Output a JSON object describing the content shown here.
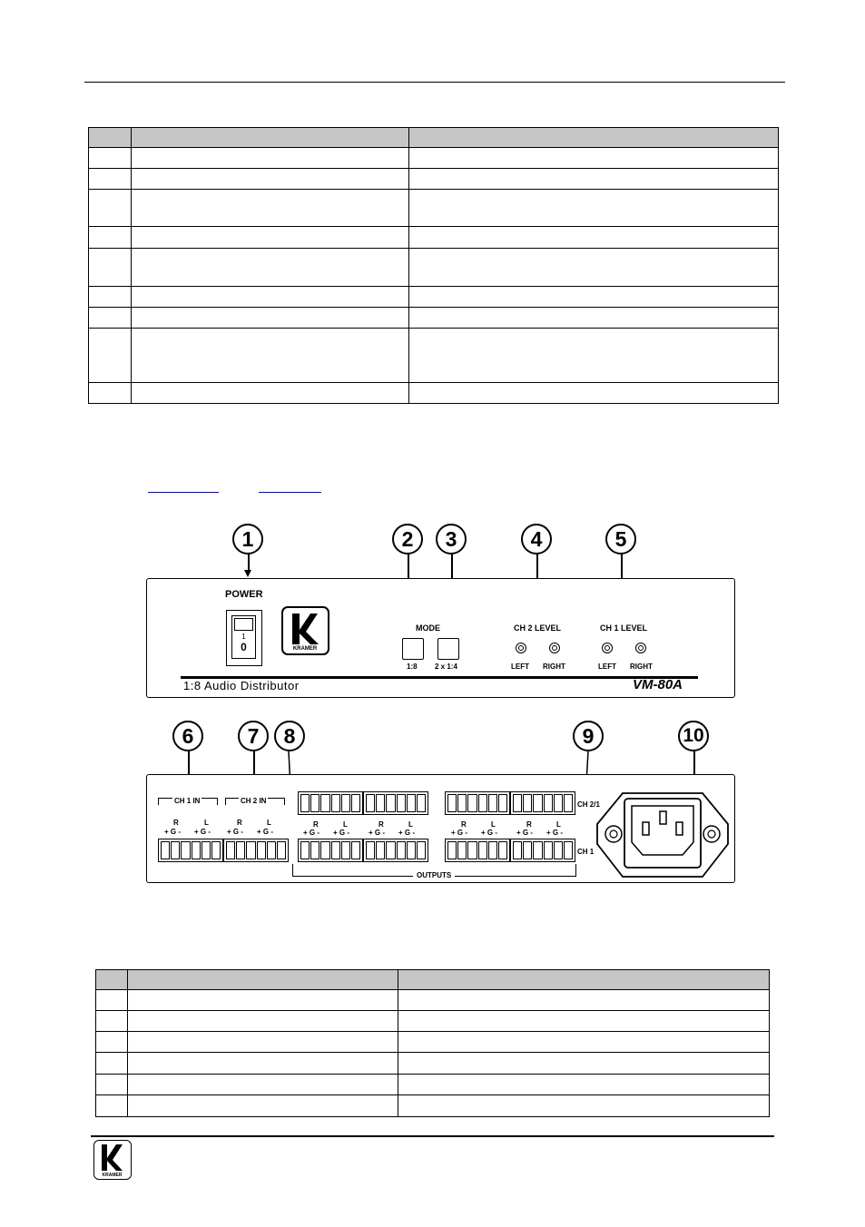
{
  "front_panel": {
    "callouts": [
      "1",
      "2",
      "3",
      "4",
      "5"
    ],
    "power_label": "POWER",
    "switch_on": "1",
    "switch_off": "0",
    "brand_small": "KRAMER",
    "mode_label": "MODE",
    "mode_button_1": "1:8",
    "mode_button_2": "2 x 1:4",
    "ch2_level_label": "CH 2 LEVEL",
    "ch1_level_label": "CH 1 LEVEL",
    "left_label": "LEFT",
    "right_label": "RIGHT",
    "product_description": "1:8 Audio Distributor",
    "model": "VM-80A"
  },
  "rear_panel": {
    "callouts": [
      "6",
      "7",
      "8",
      "9",
      "10"
    ],
    "ch1_in_label": "CH 1 IN",
    "ch2_in_label": "CH 2 IN",
    "r_label": "R",
    "l_label": "L",
    "pin_label": "+ G -",
    "ch21_label": "CH 2/1",
    "ch1_label": "CH 1",
    "outputs_label": "OUTPUTS"
  },
  "footer": {
    "logo_text": "KRAMER"
  }
}
